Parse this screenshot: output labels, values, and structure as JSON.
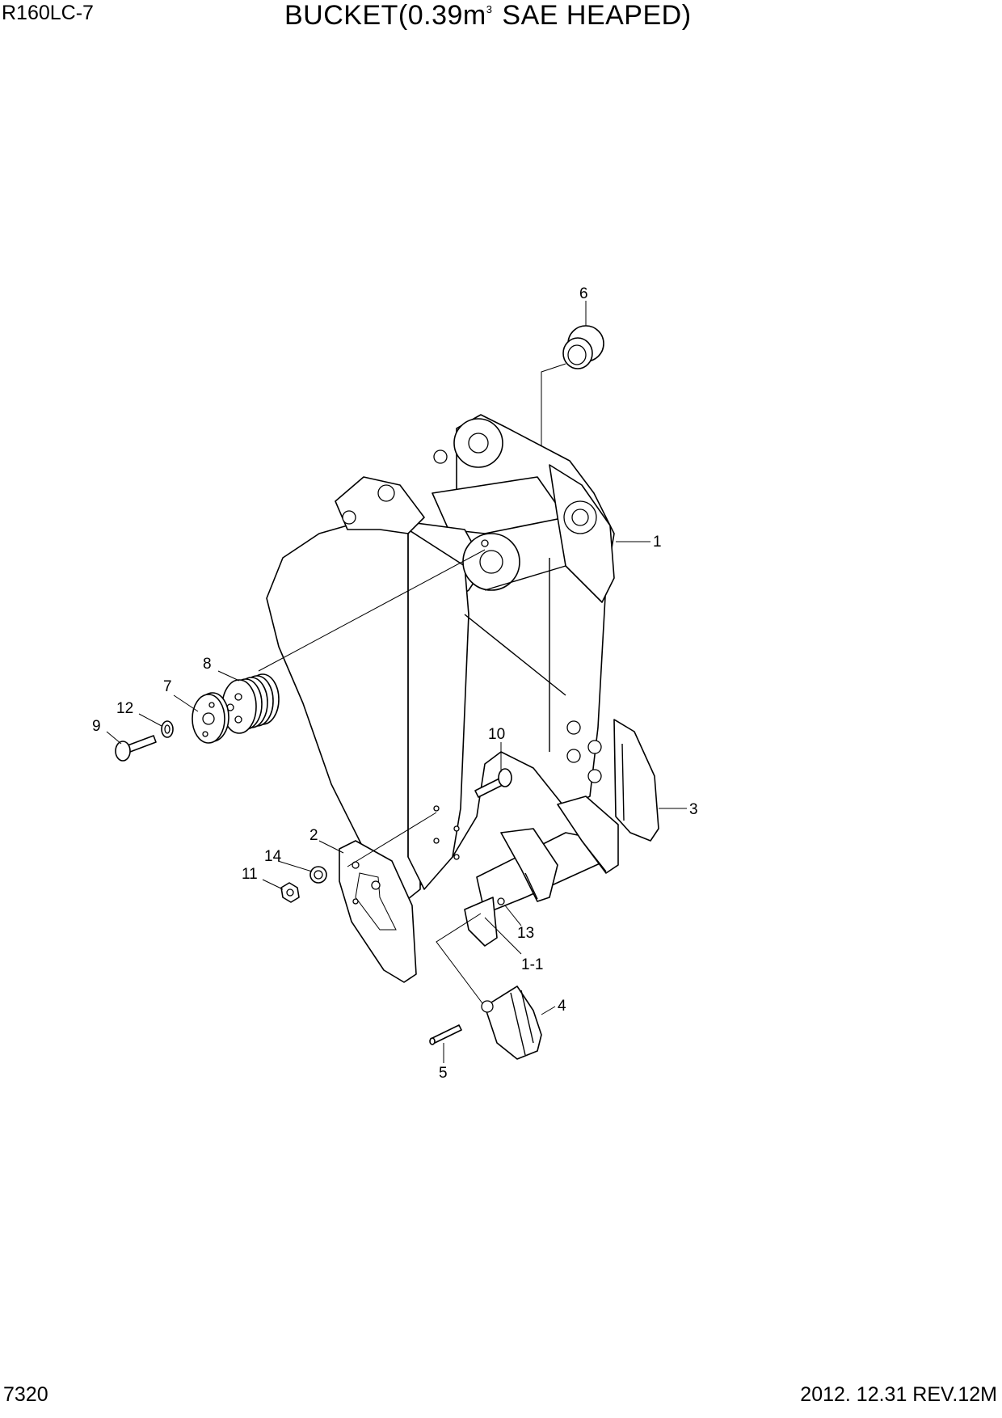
{
  "header": {
    "model": "R160LC-7",
    "title_prefix": "BUCKET(0.39m",
    "title_superscript": "3",
    "title_suffix": " SAE HEAPED)"
  },
  "footer": {
    "page_number": "7320",
    "revision": "2012. 12.31  REV.12M"
  },
  "callouts": {
    "c1": "1",
    "c1_1": "1-1",
    "c2": "2",
    "c3": "3",
    "c4": "4",
    "c5": "5",
    "c6": "6",
    "c7": "7",
    "c8": "8",
    "c9": "9",
    "c10": "10",
    "c11": "11",
    "c12": "12",
    "c13": "13",
    "c14": "14"
  }
}
